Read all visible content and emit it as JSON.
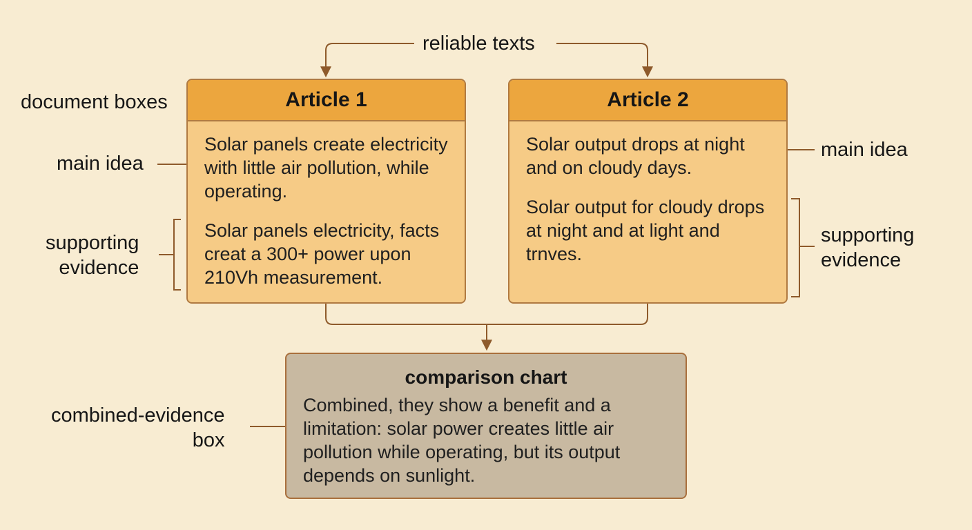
{
  "top_label": "reliable texts",
  "annotations": {
    "document_boxes": "document boxes",
    "main_idea_left": "main idea",
    "supporting_evidence_left": "supporting\nevidence",
    "main_idea_right": "main idea",
    "supporting_evidence_right": "supporting\nevidence",
    "combined_evidence_box": "combined-evidence\nbox"
  },
  "article1": {
    "title": "Article 1",
    "main_idea": "Solar panels create electricity with little air pollution, while operating.",
    "evidence": "Solar panels electricity, facts creat a 300+ power upon 210Vh measurement."
  },
  "article2": {
    "title": "Article 2",
    "main_idea": "Solar output drops at night and on cloudy days.",
    "evidence": "Solar output for cloudy drops at night and at light and trnves."
  },
  "combined": {
    "title": "comparison chart",
    "text": "Combined, they show a benefit and a limitation: solar power creates little air pollution while operating, but its output depends on sunlight."
  },
  "colors": {
    "background": "#f8ecd2",
    "article_header": "#eca63e",
    "article_body": "#f6cb86",
    "combined_box": "#c8b9a1",
    "connector": "#8e5a2b"
  }
}
